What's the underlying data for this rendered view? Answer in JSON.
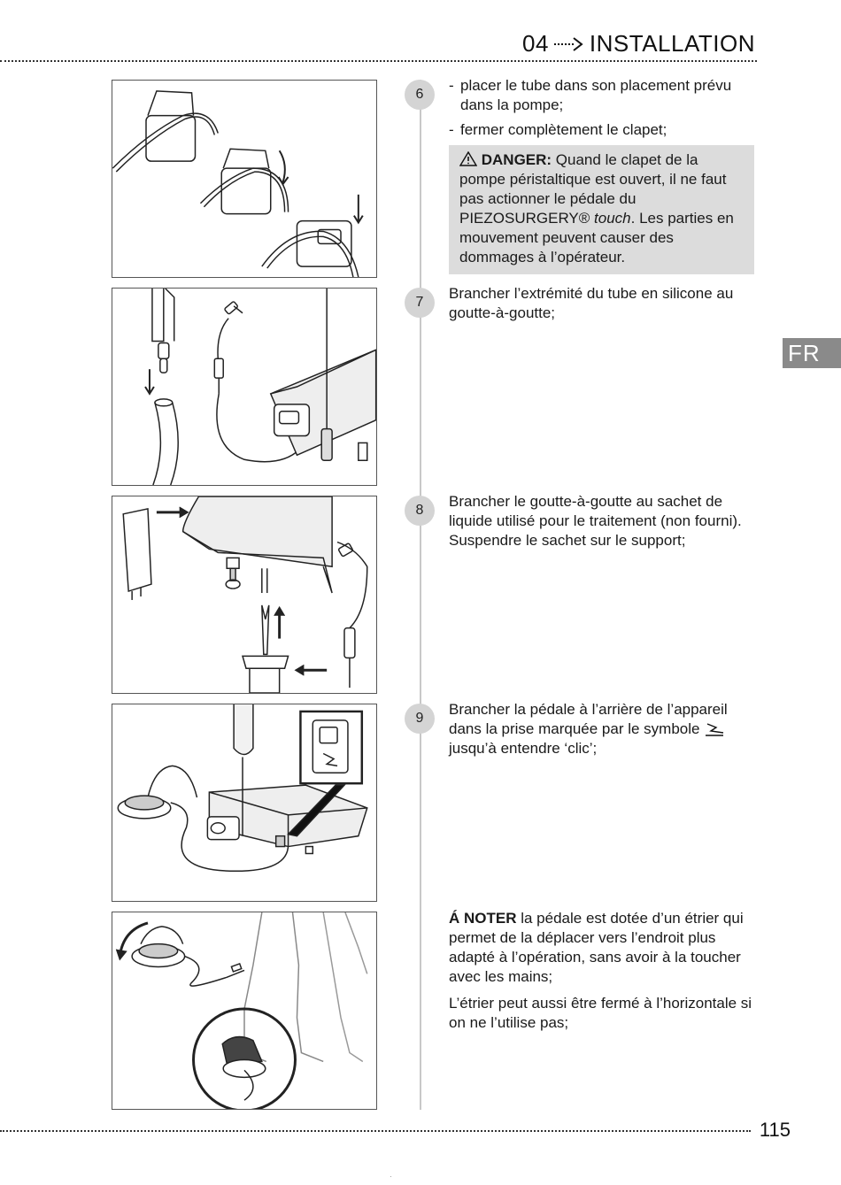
{
  "header": {
    "chapter": "04",
    "title": "INSTALLATION"
  },
  "lang_tab": "FR",
  "page_number": "115",
  "footer_mark": "·",
  "steps": [
    {
      "number": "6",
      "bullets": [
        "placer le tube dans son placement prévu dans la pompe;",
        "fermer complètement le clapet;"
      ],
      "danger": {
        "label": "DANGER:",
        "text_1": " Quand le clapet de la pompe péristaltique est ouvert, il ne faut pas actionner le pédale du PIEZOSURGERY® ",
        "italic": "touch",
        "text_2": ". Les parties en mouvement peuvent causer des dommages à l’opérateur."
      }
    },
    {
      "number": "7",
      "text": "Brancher l’extrémité du tube en silicone au goutte-à-goutte;"
    },
    {
      "number": "8",
      "text": "Brancher le goutte-à-goutte au sachet de liquide utilisé pour le traitement (non fourni). Suspendre le sachet sur le support;"
    },
    {
      "number": "9",
      "text_1": "Brancher la pédale à l’arrière de l’appareil dans la prise marquée par le symbole",
      "text_2": " jusqu’à entendre ‘clic’;"
    }
  ],
  "note": {
    "label": "Á NOTER",
    "text": " la pédale est dotée d’un étrier qui permet de la déplacer vers l’endroit plus adapté à l’opération, sans avoir à la toucher avec les mains;",
    "text_2": "L’étrier peut aussi être fermé à l’horizontale si on ne l’utilise pas;"
  }
}
